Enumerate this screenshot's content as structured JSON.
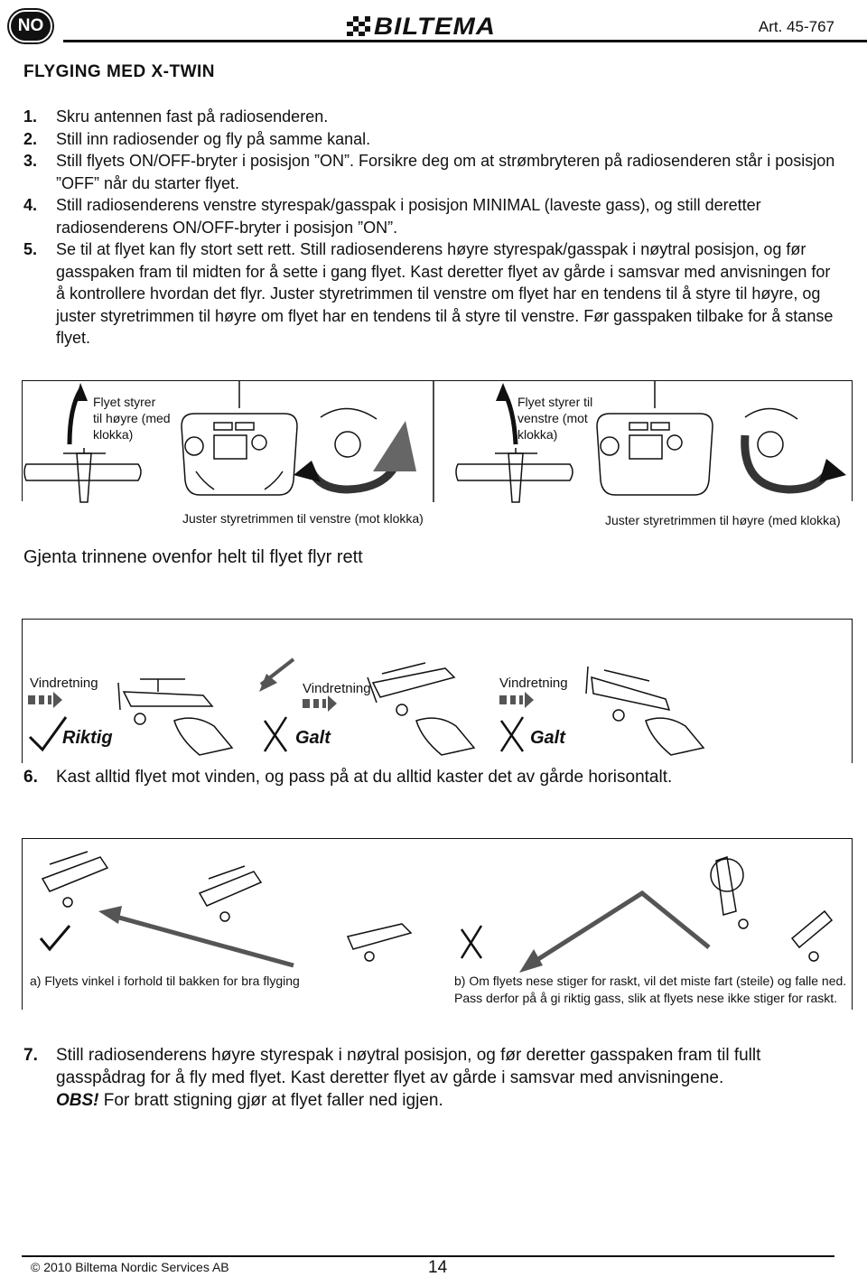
{
  "header": {
    "lang": "NO",
    "brand": "BILTEMA",
    "article": "Art. 45-767"
  },
  "title": "FLYGING MED X-TWIN",
  "steps": [
    {
      "num": "1.",
      "text": "Skru antennen fast på radiosenderen."
    },
    {
      "num": "2.",
      "text": "Still inn radiosender og fly på samme kanal."
    },
    {
      "num": "3.",
      "text": "Still flyets ON/OFF-bryter i posisjon ”ON”. Forsikre deg om at strømbryteren på radiosenderen står i posisjon ”OFF” når du starter flyet."
    },
    {
      "num": "4.",
      "text": "Still radiosenderens venstre styrespak/gasspak i posisjon MINIMAL (laveste gass), og still deretter radiosenderens ON/OFF-bryter i posisjon ”ON”."
    },
    {
      "num": "5.",
      "text": "Se til at flyet kan fly stort sett rett. Still radiosenderens høyre styrespak/gasspak i nøytral posisjon, og før gasspaken fram til midten for å sette i gang flyet. Kast deretter flyet av gårde i samsvar med anvisningen for å kontrollere hvordan det flyr. Juster styretrimmen til venstre om flyet har en tendens til å styre til høyre, og juster styretrimmen til høyre om flyet har en tendens til å styre til venstre. Før gasspaken tilbake for å stanse flyet."
    }
  ],
  "fig1": {
    "left_label_lines": [
      "Flyet styrer",
      "til høyre (med",
      "klokka)"
    ],
    "right_label_lines": [
      "Flyet styrer til",
      "venstre (mot",
      "klokka)"
    ],
    "left_caption": "Juster styretrimmen til venstre (mot klokka)",
    "right_caption": "Juster styretrimmen til høyre (med klokka)"
  },
  "note1": "Gjenta trinnene ovenfor helt til flyet flyr rett",
  "fig2": {
    "wind": "Vindretning",
    "panels": [
      {
        "verdict": "Riktig",
        "mark": "check"
      },
      {
        "verdict": "Galt",
        "mark": "cross"
      },
      {
        "verdict": "Galt",
        "mark": "cross"
      }
    ]
  },
  "step6": {
    "num": "6.",
    "text": "Kast alltid flyet mot vinden, og pass på at du alltid kaster det av gårde horisontalt."
  },
  "fig3": {
    "caption_a": "a) Flyets vinkel i forhold til bakken for bra flyging",
    "caption_b_lines": [
      "b) Om flyets nese stiger for raskt, vil det miste fart (steile) og falle ned.",
      "Pass derfor på å gi riktig gass, slik at flyets nese ikke stiger for raskt."
    ]
  },
  "step7": {
    "num": "7.",
    "text": "Still radiosenderens høyre styrespak i nøytral posisjon, og før deretter gasspaken fram til fullt gasspådrag for å fly med flyet. Kast deretter flyet av gårde i samsvar med anvisningene.",
    "obs_label": "OBS!",
    "obs_text": " For bratt stigning gjør at flyet faller ned igjen."
  },
  "footer": {
    "copyright": "© 2010 Biltema Nordic Services AB",
    "page": "14"
  }
}
